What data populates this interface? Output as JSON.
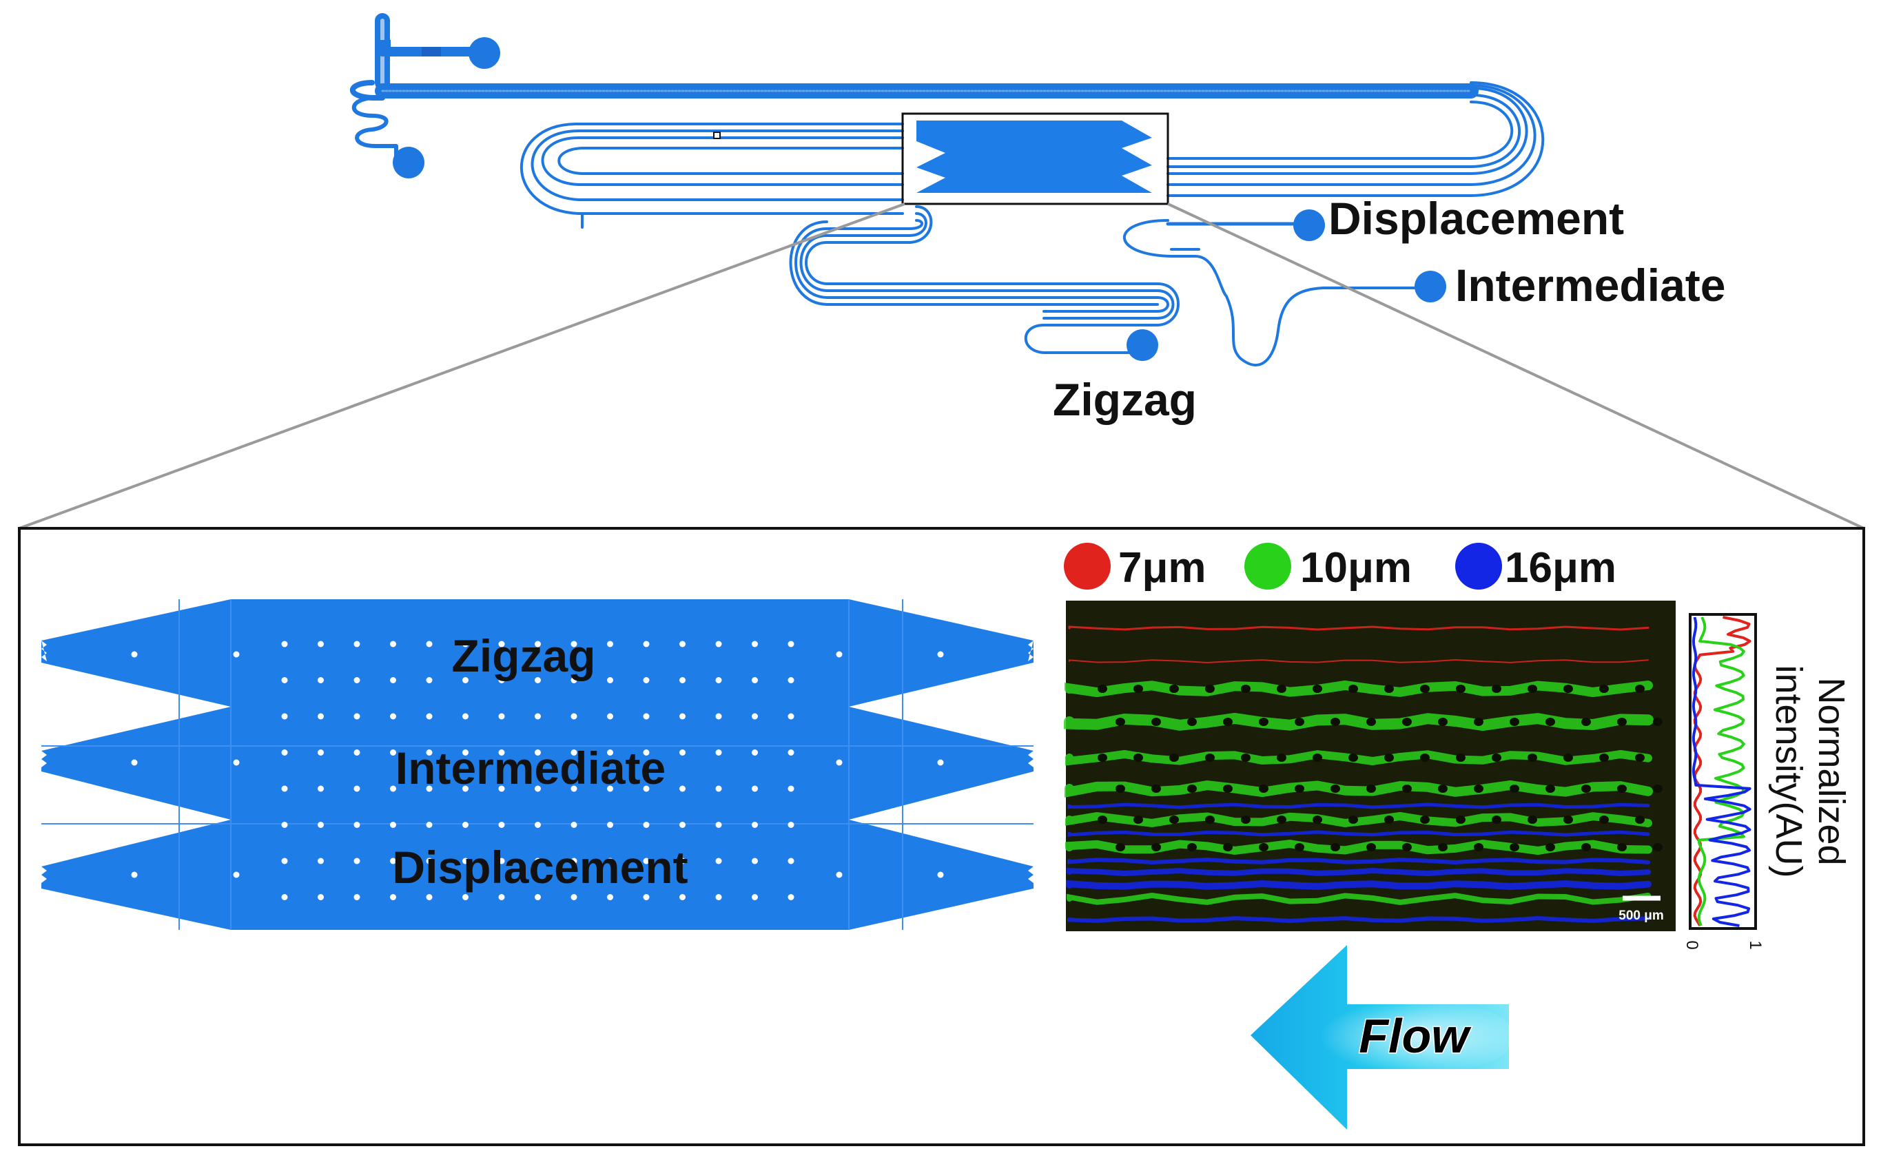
{
  "top_device": {
    "outlets": [
      {
        "label": "Displacement"
      },
      {
        "label": "Intermediate"
      },
      {
        "label": "Zigzag"
      }
    ]
  },
  "zoom_detail": {
    "channels": [
      {
        "label": "Zigzag"
      },
      {
        "label": "Intermediate"
      },
      {
        "label": "Displacement"
      }
    ]
  },
  "legend": [
    {
      "label": "7μm",
      "color": "#e0231d"
    },
    {
      "label": "10μm",
      "color": "#2ad11a"
    },
    {
      "label": "16μm",
      "color": "#1326e6"
    }
  ],
  "micrograph": {
    "scale_bar": "500 μm"
  },
  "intensity_plot": {
    "axis_label_line1": "Normalized",
    "axis_label_line2": "intensity(AU)",
    "tick_min": "0",
    "tick_max": "1"
  },
  "flow": {
    "label": "Flow"
  },
  "colors": {
    "device_blue": "#1e78e0",
    "chamber_blue": "#1f7de8",
    "arrow_cyan": "#19c6ec",
    "frame": "#111111",
    "zoom_line": "#9a9a9a"
  }
}
